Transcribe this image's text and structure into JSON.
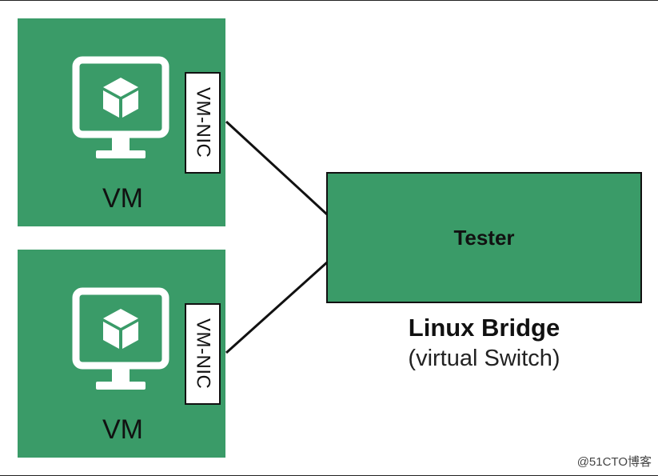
{
  "vms": [
    {
      "label": "VM",
      "nic_label": "VM-NIC"
    },
    {
      "label": "VM",
      "nic_label": "VM-NIC"
    }
  ],
  "bridge": {
    "inner_label": "Tester",
    "name": "Linux Bridge",
    "subtitle": "(virtual Switch)"
  },
  "watermark": "@51CTO博客",
  "colors": {
    "box_green": "#3a9b68",
    "outline": "#111111"
  }
}
